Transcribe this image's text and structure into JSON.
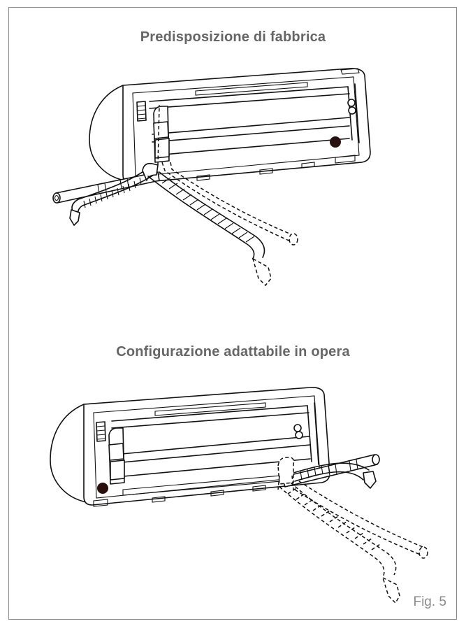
{
  "figure": {
    "label": "Fig. 5",
    "panels": [
      {
        "title": "Predisposizione di fabbrica"
      },
      {
        "title": "Configurazione adattabile in opera"
      }
    ]
  }
}
